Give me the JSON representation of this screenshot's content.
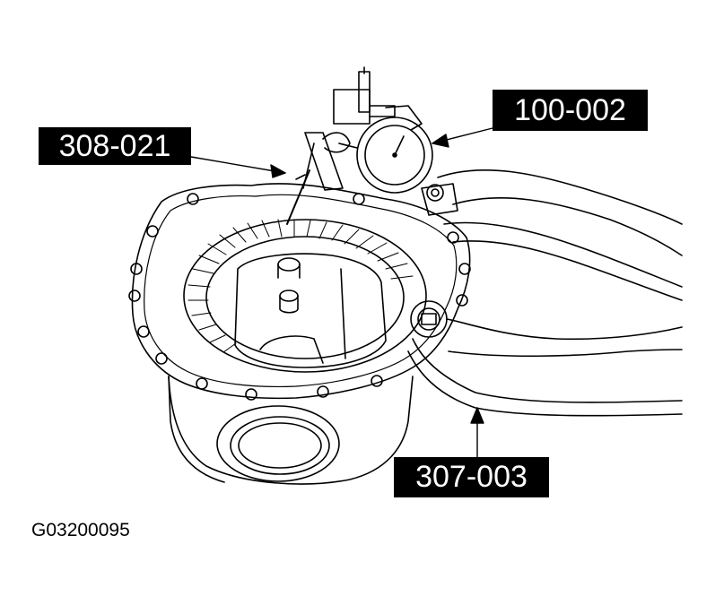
{
  "callouts": {
    "tool_308": "308-021",
    "tool_100": "100-002",
    "tool_307": "307-003"
  },
  "figure_id": "G03200095",
  "colors": {
    "line": "#000000",
    "background": "#ffffff",
    "label_bg": "#000000",
    "label_text": "#ffffff"
  }
}
